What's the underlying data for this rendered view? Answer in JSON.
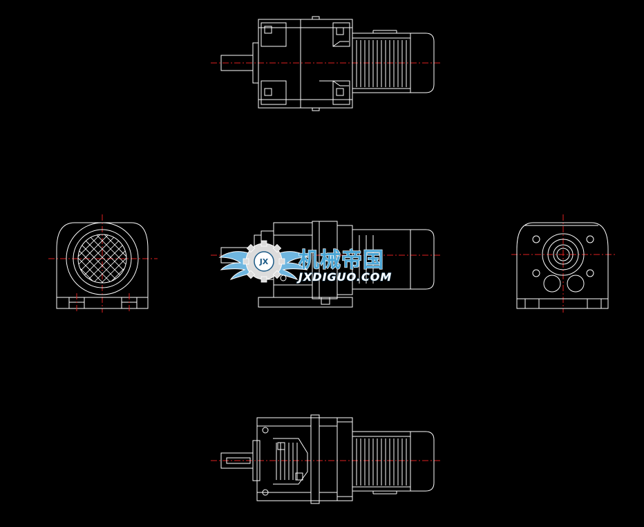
{
  "drawing": {
    "background": "#000000",
    "line_color": "#ffffff",
    "centerline_color": "#e02020",
    "views": [
      "top-view",
      "left-view",
      "front-view",
      "right-view",
      "bottom-view"
    ]
  },
  "watermark": {
    "logo_text": "JX",
    "chinese_text": "机械帝国",
    "site_text": "JXDIGUO.COM",
    "accent": "#4aa6d6"
  }
}
